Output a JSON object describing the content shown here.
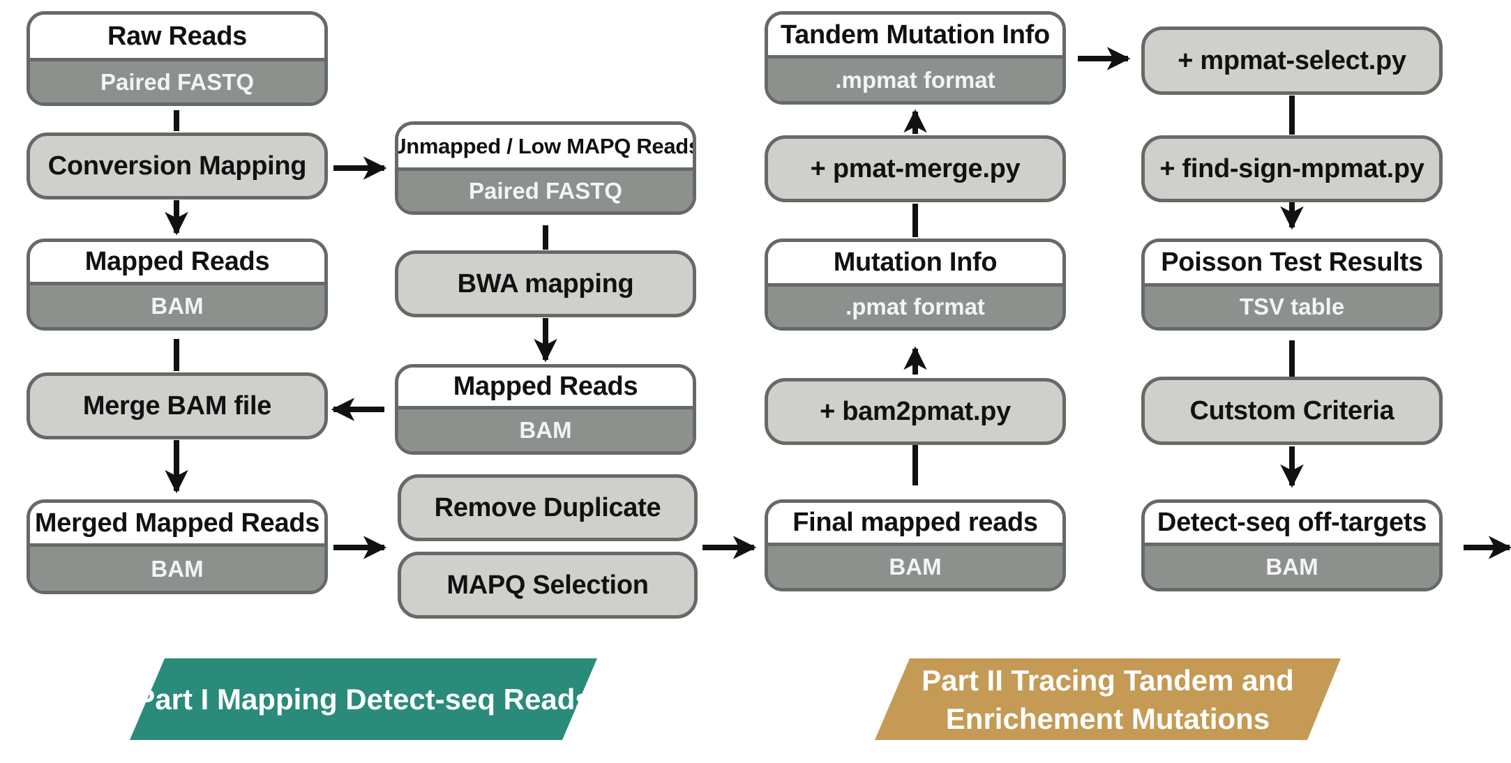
{
  "colors": {
    "border": "#666a66",
    "process_fill": "#cfd0cc",
    "format_fill": "#8d918e",
    "part1_banner": "#2a8b7a",
    "part2_banner": "#c49a55",
    "arrow": "#111111"
  },
  "part1": {
    "raw_reads": {
      "title": "Raw Reads",
      "format": "Paired FASTQ"
    },
    "conversion_mapping": "Conversion Mapping",
    "mapped_reads": {
      "title": "Mapped Reads",
      "format": "BAM"
    },
    "merge_bam": "Merge BAM file",
    "merged_mapped_reads": {
      "title": "Merged Mapped Reads",
      "format": "BAM"
    },
    "unmapped_reads": {
      "title": "Unmapped / Low MAPQ Reads",
      "format": "Paired FASTQ"
    },
    "bwa_mapping": "BWA mapping",
    "mapped_reads_2": {
      "title": "Mapped Reads",
      "format": "BAM"
    },
    "remove_duplicate": "Remove Duplicate",
    "mapq_selection": "MAPQ Selection",
    "banner": "Part I Mapping Detect-seq Reads"
  },
  "part2": {
    "tandem_mutation_info": {
      "title": "Tandem Mutation Info",
      "format": ".mpmat format"
    },
    "pmat_merge": "+ pmat-merge.py",
    "mutation_info": {
      "title": "Mutation Info",
      "format": ".pmat format"
    },
    "bam2pmat": "+ bam2pmat.py",
    "final_mapped_reads": {
      "title": "Final mapped reads",
      "format": "BAM"
    },
    "mpmat_select": "+ mpmat-select.py",
    "find_sign_mpmat": "+ find-sign-mpmat.py",
    "poisson_results": {
      "title": "Poisson Test Results",
      "format": "TSV table"
    },
    "custom_criteria": "Cutstom Criteria",
    "detect_seq_offtargets": {
      "title": "Detect-seq off-targets",
      "format": "BAM"
    },
    "banner_line1": "Part II Tracing Tandem and",
    "banner_line2": "Enrichement Mutations"
  }
}
